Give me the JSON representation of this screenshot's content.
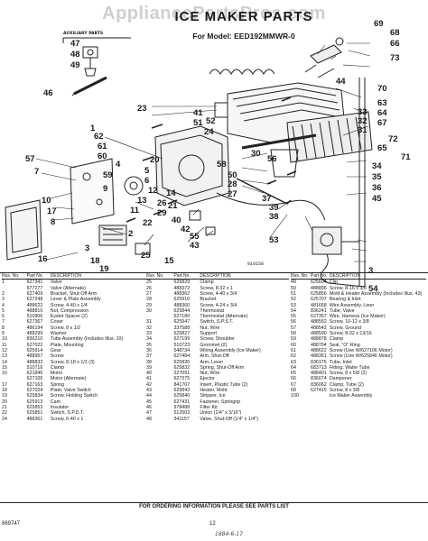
{
  "watermark": "AppliancePartsPros.com",
  "header": {
    "title": "ICE MAKER PARTS",
    "subtitle": "For Model: EED192MMWR-0",
    "auxiliary_parts_label": "AUXILIARY PARTS"
  },
  "diagram": {
    "figure_code": "919158",
    "callouts": [
      "47",
      "48",
      "49",
      "46",
      "23",
      "41",
      "62",
      "61",
      "60",
      "57",
      "20",
      "7",
      "59",
      "9",
      "13",
      "12",
      "11",
      "14",
      "26",
      "21",
      "29",
      "10",
      "17",
      "22",
      "8",
      "2",
      "3",
      "25",
      "15",
      "18",
      "19",
      "16",
      "30",
      "50",
      "58",
      "56",
      "28",
      "27",
      "44",
      "1",
      "6",
      "5",
      "4",
      "52",
      "24",
      "40",
      "42",
      "55",
      "43",
      "37",
      "39",
      "38",
      "53",
      "33",
      "32",
      "31",
      "34",
      "35",
      "36",
      "45",
      "51",
      "69",
      "68",
      "66",
      "73",
      "70",
      "63",
      "64",
      "67",
      "72",
      "65",
      "71",
      "54",
      "3"
    ]
  },
  "table": {
    "headers": [
      "Illus. No.",
      "Part No.",
      "DESCRIPTION"
    ],
    "columns": [
      [
        [
          "1",
          "627341",
          "Valve"
        ],
        [
          "",
          "677277",
          "Valve (Alternate)"
        ],
        [
          "2",
          "627409",
          "Bracket, Shut-Off Arm"
        ],
        [
          "3",
          "627248",
          "Lever & Plate Assembly"
        ],
        [
          "4",
          "488622",
          "Screw, 4-40 x 1/4"
        ],
        [
          "5",
          "488810",
          "Nut, Compression"
        ],
        [
          "6",
          "510906",
          "Eyelet Spacer (2)"
        ],
        [
          "7",
          "627367",
          "Cover"
        ],
        [
          "8",
          "486194",
          "Screw, 8 x 1/2"
        ],
        [
          "9",
          "488299",
          "Washer"
        ],
        [
          "10",
          "836210",
          "Tube Assembly (Includes Illus. 10)"
        ],
        [
          "11",
          "627022",
          "Plate, Mounting"
        ],
        [
          "12",
          "625914",
          "Gear"
        ],
        [
          "13",
          "488957",
          "Screw"
        ],
        [
          "14",
          "488832",
          "Screw, 8-18 x 1/2 (3)"
        ],
        [
          "15",
          "510716",
          "Clamp"
        ],
        [
          "16",
          "621846",
          "Motor"
        ],
        [
          "",
          "627106",
          "Motor (Alternate)"
        ],
        [
          "17",
          "627163",
          "Spring"
        ],
        [
          "18",
          "627024",
          "Plate, Valve Switch"
        ],
        [
          "19",
          "625834",
          "Screw, Holding Switch"
        ],
        [
          "20",
          "625913",
          "Cam"
        ],
        [
          "21",
          "625853",
          "Insulator"
        ],
        [
          "22",
          "625851",
          "Switch, S.P.D.T."
        ],
        [
          "24",
          "488361",
          "Screw, 6-40 x 1"
        ]
      ],
      [
        [
          "25",
          "625829",
          "Clamp"
        ],
        [
          "26",
          "488372",
          "Screw, 8-32 x 1"
        ],
        [
          "27",
          "488362",
          "Screw, 4-40 x 3/4"
        ],
        [
          "28",
          "625910",
          "Bracket"
        ],
        [
          "29",
          "488360",
          "Screw, 4-24 x 3/4"
        ],
        [
          "30",
          "625844",
          "Thermostat"
        ],
        [
          "",
          "627180",
          "Thermostat (Alternate)"
        ],
        [
          "31",
          "625947",
          "Switch, S.P.S.T."
        ],
        [
          "32",
          "337588",
          "Nut, Wire"
        ],
        [
          "33",
          "625827",
          "Support"
        ],
        [
          "34",
          "627199",
          "Screw, Shoulder"
        ],
        [
          "35",
          "510723",
          "Grommet (2)"
        ],
        [
          "36",
          "548734",
          "Wiring Assembly (Ice Maker)"
        ],
        [
          "37",
          "627484",
          "Arm, Shut-Off"
        ],
        [
          "38",
          "625830",
          "Arm, Lever"
        ],
        [
          "39",
          "625832",
          "Spring, Shut-Off Arm"
        ],
        [
          "40",
          "227091",
          "Nut, Wire"
        ],
        [
          "41",
          "627375",
          "Ejector"
        ],
        [
          "42",
          "841707",
          "Insert, Plastic Tube (2)"
        ],
        [
          "43",
          "625843",
          "Heater, Mold"
        ],
        [
          "44",
          "625840",
          "Stripper, Ice"
        ],
        [
          "45",
          "627431",
          "Fastener, Springrip"
        ],
        [
          "46",
          "978488",
          "Filter Kit"
        ],
        [
          "47",
          "512503",
          "Union (1/4\" x 3/16\")"
        ],
        [
          "48",
          "341157",
          "Valve, Shut-Off (1/4\" x 1/4\")"
        ]
      ],
      [
        [
          "49",
          "625604",
          "Clip"
        ],
        [
          "50",
          "488896",
          "Screw, 8-16 x 3/8"
        ],
        [
          "51",
          "625856",
          "Mold & Heater Assembly (Includes Illus. 43)"
        ],
        [
          "52",
          "625707",
          "Bearing & Inlet"
        ],
        [
          "53",
          "481658",
          "Wire Assembly, Liner"
        ],
        [
          "54",
          "836241",
          "Tube, Valve"
        ],
        [
          "55",
          "627357",
          "Wire, Harness (Ice Maker)"
        ],
        [
          "56",
          "488552",
          "Screw, 10-12 x 3/8"
        ],
        [
          "57",
          "488542",
          "Screw, Ground"
        ],
        [
          "58",
          "488590",
          "Screw, 8-32 x 13/16"
        ],
        [
          "59",
          "488878",
          "Clamp"
        ],
        [
          "60",
          "488794",
          "Seal, \"O\" Ring"
        ],
        [
          "61",
          "488622",
          "Screw (Use W/627106 Motor)"
        ],
        [
          "62",
          "488361",
          "Screw (Use W/625846 Motor)"
        ],
        [
          "63",
          "836175",
          "Tube, Inlet"
        ],
        [
          "64",
          "683713",
          "Fitting, Water Tube"
        ],
        [
          "65",
          "488401",
          "Screw, 8 x 5/8 (2)"
        ],
        [
          "66",
          "836074",
          "Dampener"
        ],
        [
          "67",
          "836062",
          "Clamp, Tube (2)"
        ],
        [
          "68",
          "627415",
          "Screw, 8 x 3/8"
        ],
        [
          "100",
          "",
          "Ice Maker Assembly"
        ]
      ]
    ]
  },
  "footer": {
    "note": "FOR ORDERING INFORMATION PLEASE SEE PARTS LIST",
    "code": "869747",
    "page": "12",
    "handwritten": "1884-6-17"
  }
}
